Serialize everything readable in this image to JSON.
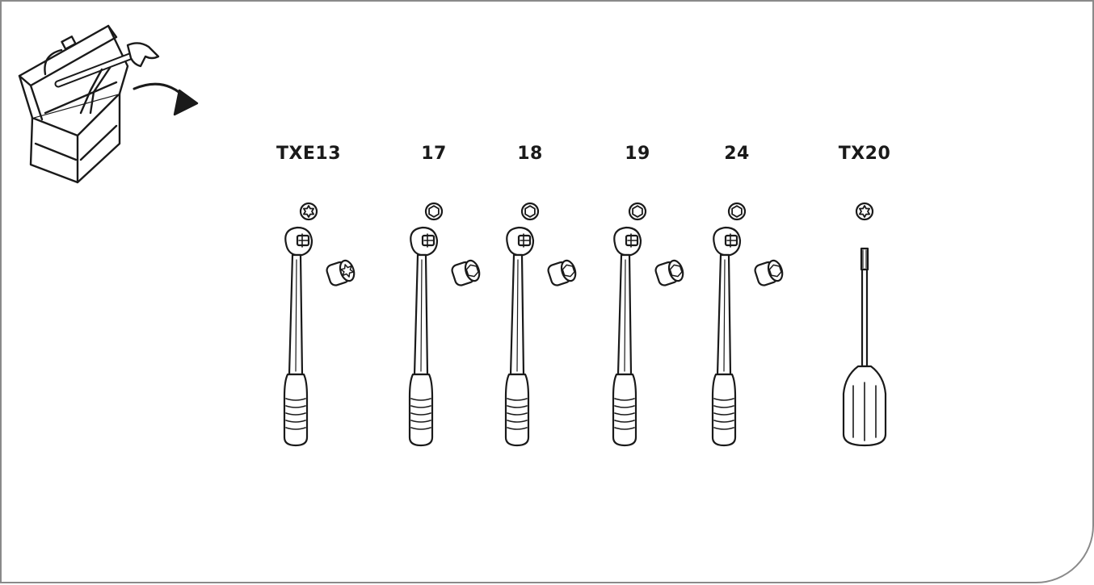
{
  "figure": {
    "icons": {
      "toolbox": "toolbox-with-hammer-icon",
      "arrow": "curved-arrow-icon"
    },
    "tools": [
      {
        "label": "TXE13",
        "bit_type": "torx",
        "tool": "ratchet-with-socket"
      },
      {
        "label": "17",
        "bit_type": "hex",
        "tool": "ratchet-with-socket"
      },
      {
        "label": "18",
        "bit_type": "hex",
        "tool": "ratchet-with-socket"
      },
      {
        "label": "19",
        "bit_type": "hex",
        "tool": "ratchet-with-socket"
      },
      {
        "label": "24",
        "bit_type": "hex",
        "tool": "ratchet-with-socket"
      },
      {
        "label": "TX20",
        "bit_type": "torx",
        "tool": "screwdriver"
      }
    ],
    "colors": {
      "stroke": "#1a1a1a",
      "frame": "#8a8a8a",
      "background": "#ffffff"
    }
  }
}
